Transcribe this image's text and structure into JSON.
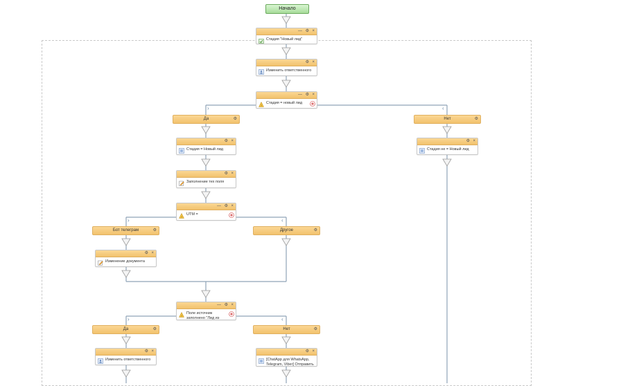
{
  "diagram": {
    "start": "Начало",
    "blocks": {
      "stage_new_lead": "Стадия \"Новый лид\"",
      "change_responsible_1": "Изменить ответственного",
      "cond_stage": "Стадия = новый лид",
      "stage_eq_new": "Стадия = Новый лид",
      "stage_ne_new": "Стадия не = Новый лид",
      "fill_fields": "Заполнение тех поля",
      "cond_utm": "UTM =",
      "doc_change": "Изменение документа",
      "cond_source": "Поле источник заполнено \"Лид из",
      "change_responsible_2": "Изменить ответственного",
      "chatapp": "[ChatApp для WhatsApp, Telegram, Viber] Отправить"
    },
    "branches": {
      "yes_1": "Да",
      "no_1": "Нет",
      "bot_telegram": "Бот телеграм",
      "other": "Другое",
      "yes_2": "Да",
      "no_2": "Нет"
    },
    "controls": {
      "minimize": "—",
      "settings": "⚙",
      "close": "×",
      "chevron_right": "›",
      "chevron_left": "‹"
    },
    "colors": {
      "block_header": "#f2c26d",
      "start_fill": "#a7dc9a",
      "wire": "#8fa3b8"
    }
  }
}
